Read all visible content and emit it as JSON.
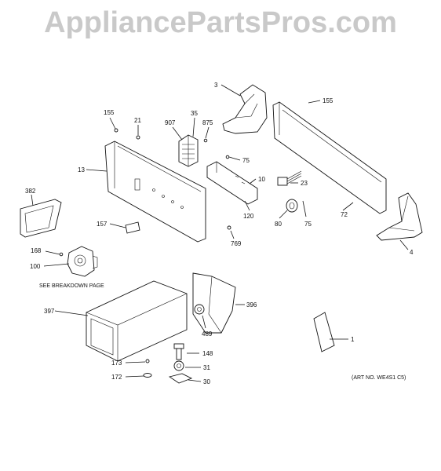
{
  "watermark": "AppliancePartsPros.com",
  "labels": {
    "p3": "3",
    "p155a": "155",
    "p155b": "155",
    "p21": "21",
    "p35": "35",
    "p907": "907",
    "p875": "875",
    "p13": "13",
    "p75a": "75",
    "p10": "10",
    "p23": "23",
    "p382": "382",
    "p120": "120",
    "p72": "72",
    "p157": "157",
    "p80": "80",
    "p75b": "75",
    "p4": "4",
    "p769": "769",
    "p168": "168",
    "p100": "100",
    "p397": "397",
    "p396": "396",
    "p489": "489",
    "p148": "148",
    "p173": "173",
    "p31": "31",
    "p172": "172",
    "p30": "30",
    "p1": "1"
  },
  "notes": {
    "breakdown": "SEE BREAKDOWN PAGE",
    "art_no": "(ART NO. WE4S1 C5)"
  }
}
